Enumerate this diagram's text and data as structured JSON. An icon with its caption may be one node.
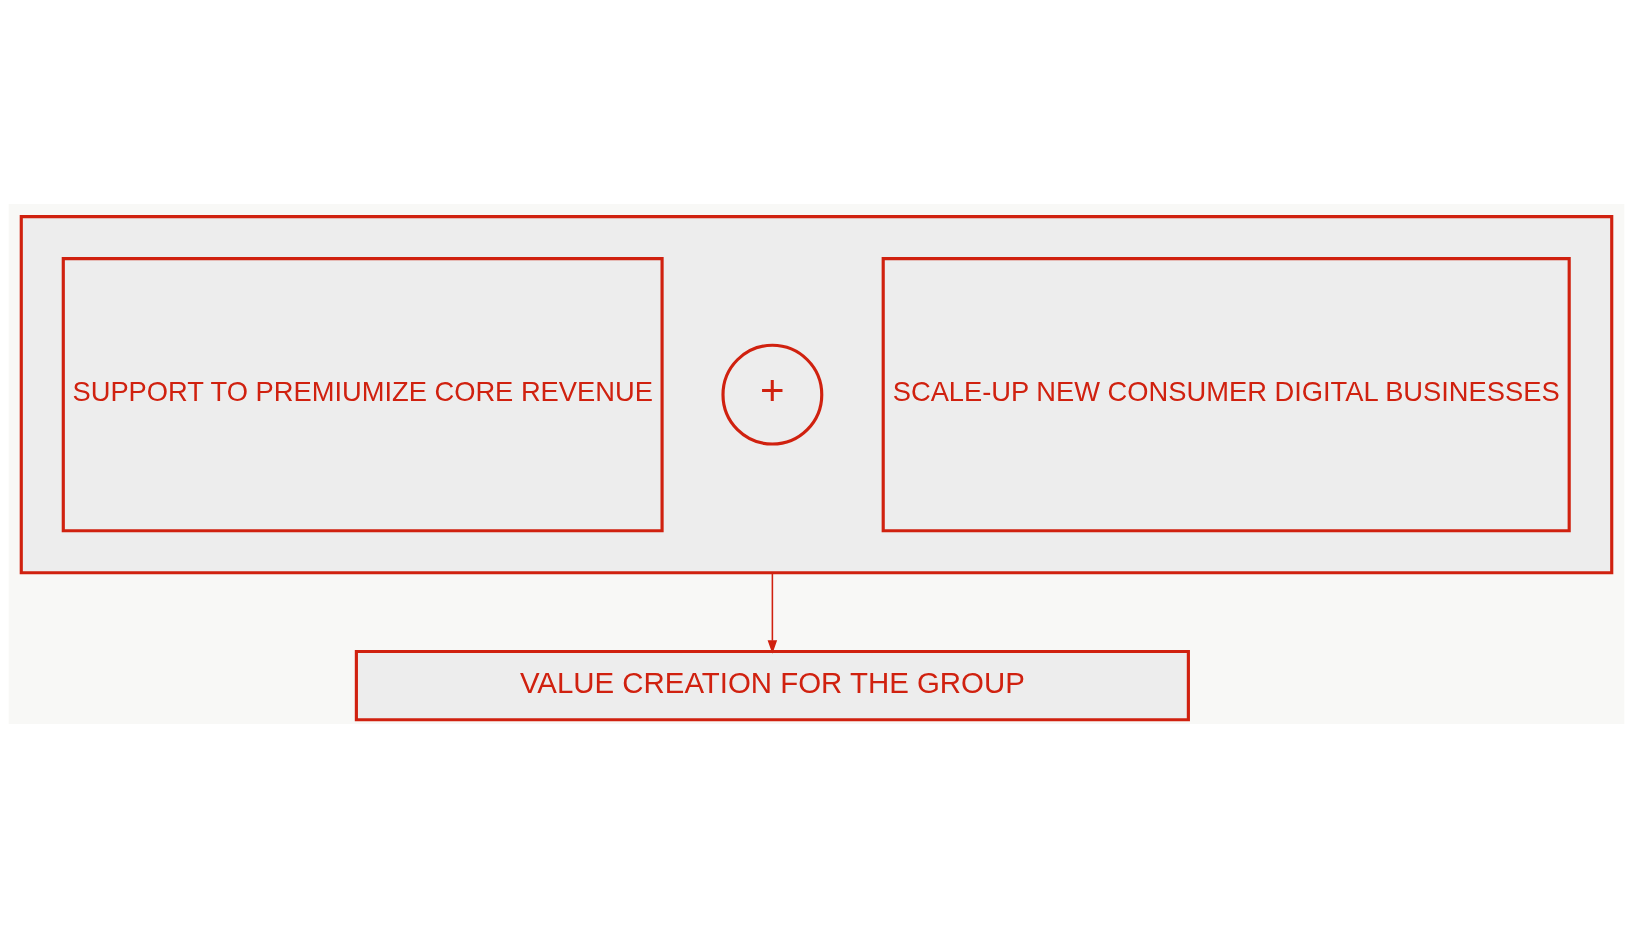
{
  "diagram": {
    "nodes": [
      {
        "text": [],
        "shape": "box"
      },
      {
        "text": [
          "SCALE-UP NEW CONSUMER DIGITAL BUSINESSES"
        ],
        "in": 0
      },
      {
        "text": [
          "+"
        ],
        "in": 0
      },
      {
        "text": [
          "SUPPORT TO PREMIUMIZE CORE REVENUE"
        ],
        "in": 0
      },
      {
        "text": [
          "VALUE CREATION FOR THE GROUP"
        ]
      }
    ],
    "edges": [
      {
        "from": 0,
        "to": 4,
        "arrow": "to"
      }
    ]
  }
}
